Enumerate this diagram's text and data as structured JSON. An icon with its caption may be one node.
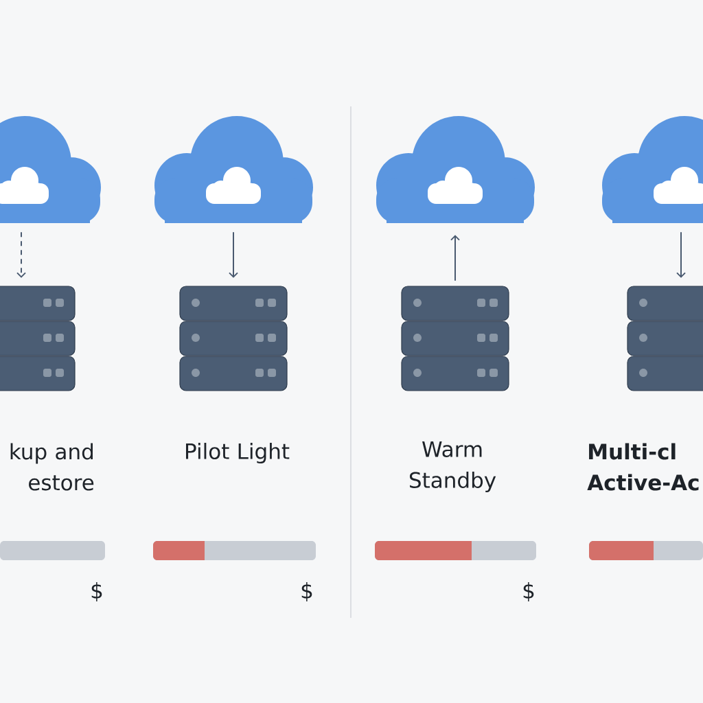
{
  "diagram": {
    "nodes": [
      {
        "text": [],
        "shape": "cloud"
      },
      {
        "text": [],
        "shape": "server"
      },
      {
        "text": [],
        "shape": "cloud"
      },
      {
        "text": [],
        "shape": "server"
      },
      {
        "text": [],
        "shape": "cloud"
      },
      {
        "text": [],
        "shape": "server"
      },
      {
        "text": [],
        "shape": "cloud"
      },
      {
        "text": [],
        "shape": "server"
      }
    ],
    "edges": [
      {
        "from": 0,
        "to": 1,
        "arrow": "to",
        "style": "dashed"
      },
      {
        "from": 2,
        "to": 3,
        "arrow": "to"
      },
      {
        "from": 5,
        "to": 4,
        "arrow": "to"
      },
      {
        "from": 6,
        "to": 7,
        "arrow": "to"
      }
    ],
    "labels": [
      "kup and estore",
      "Pilot Light",
      "Warm Standby",
      "Multi-cl Active-Ac",
      "$",
      "$",
      "$"
    ]
  }
}
